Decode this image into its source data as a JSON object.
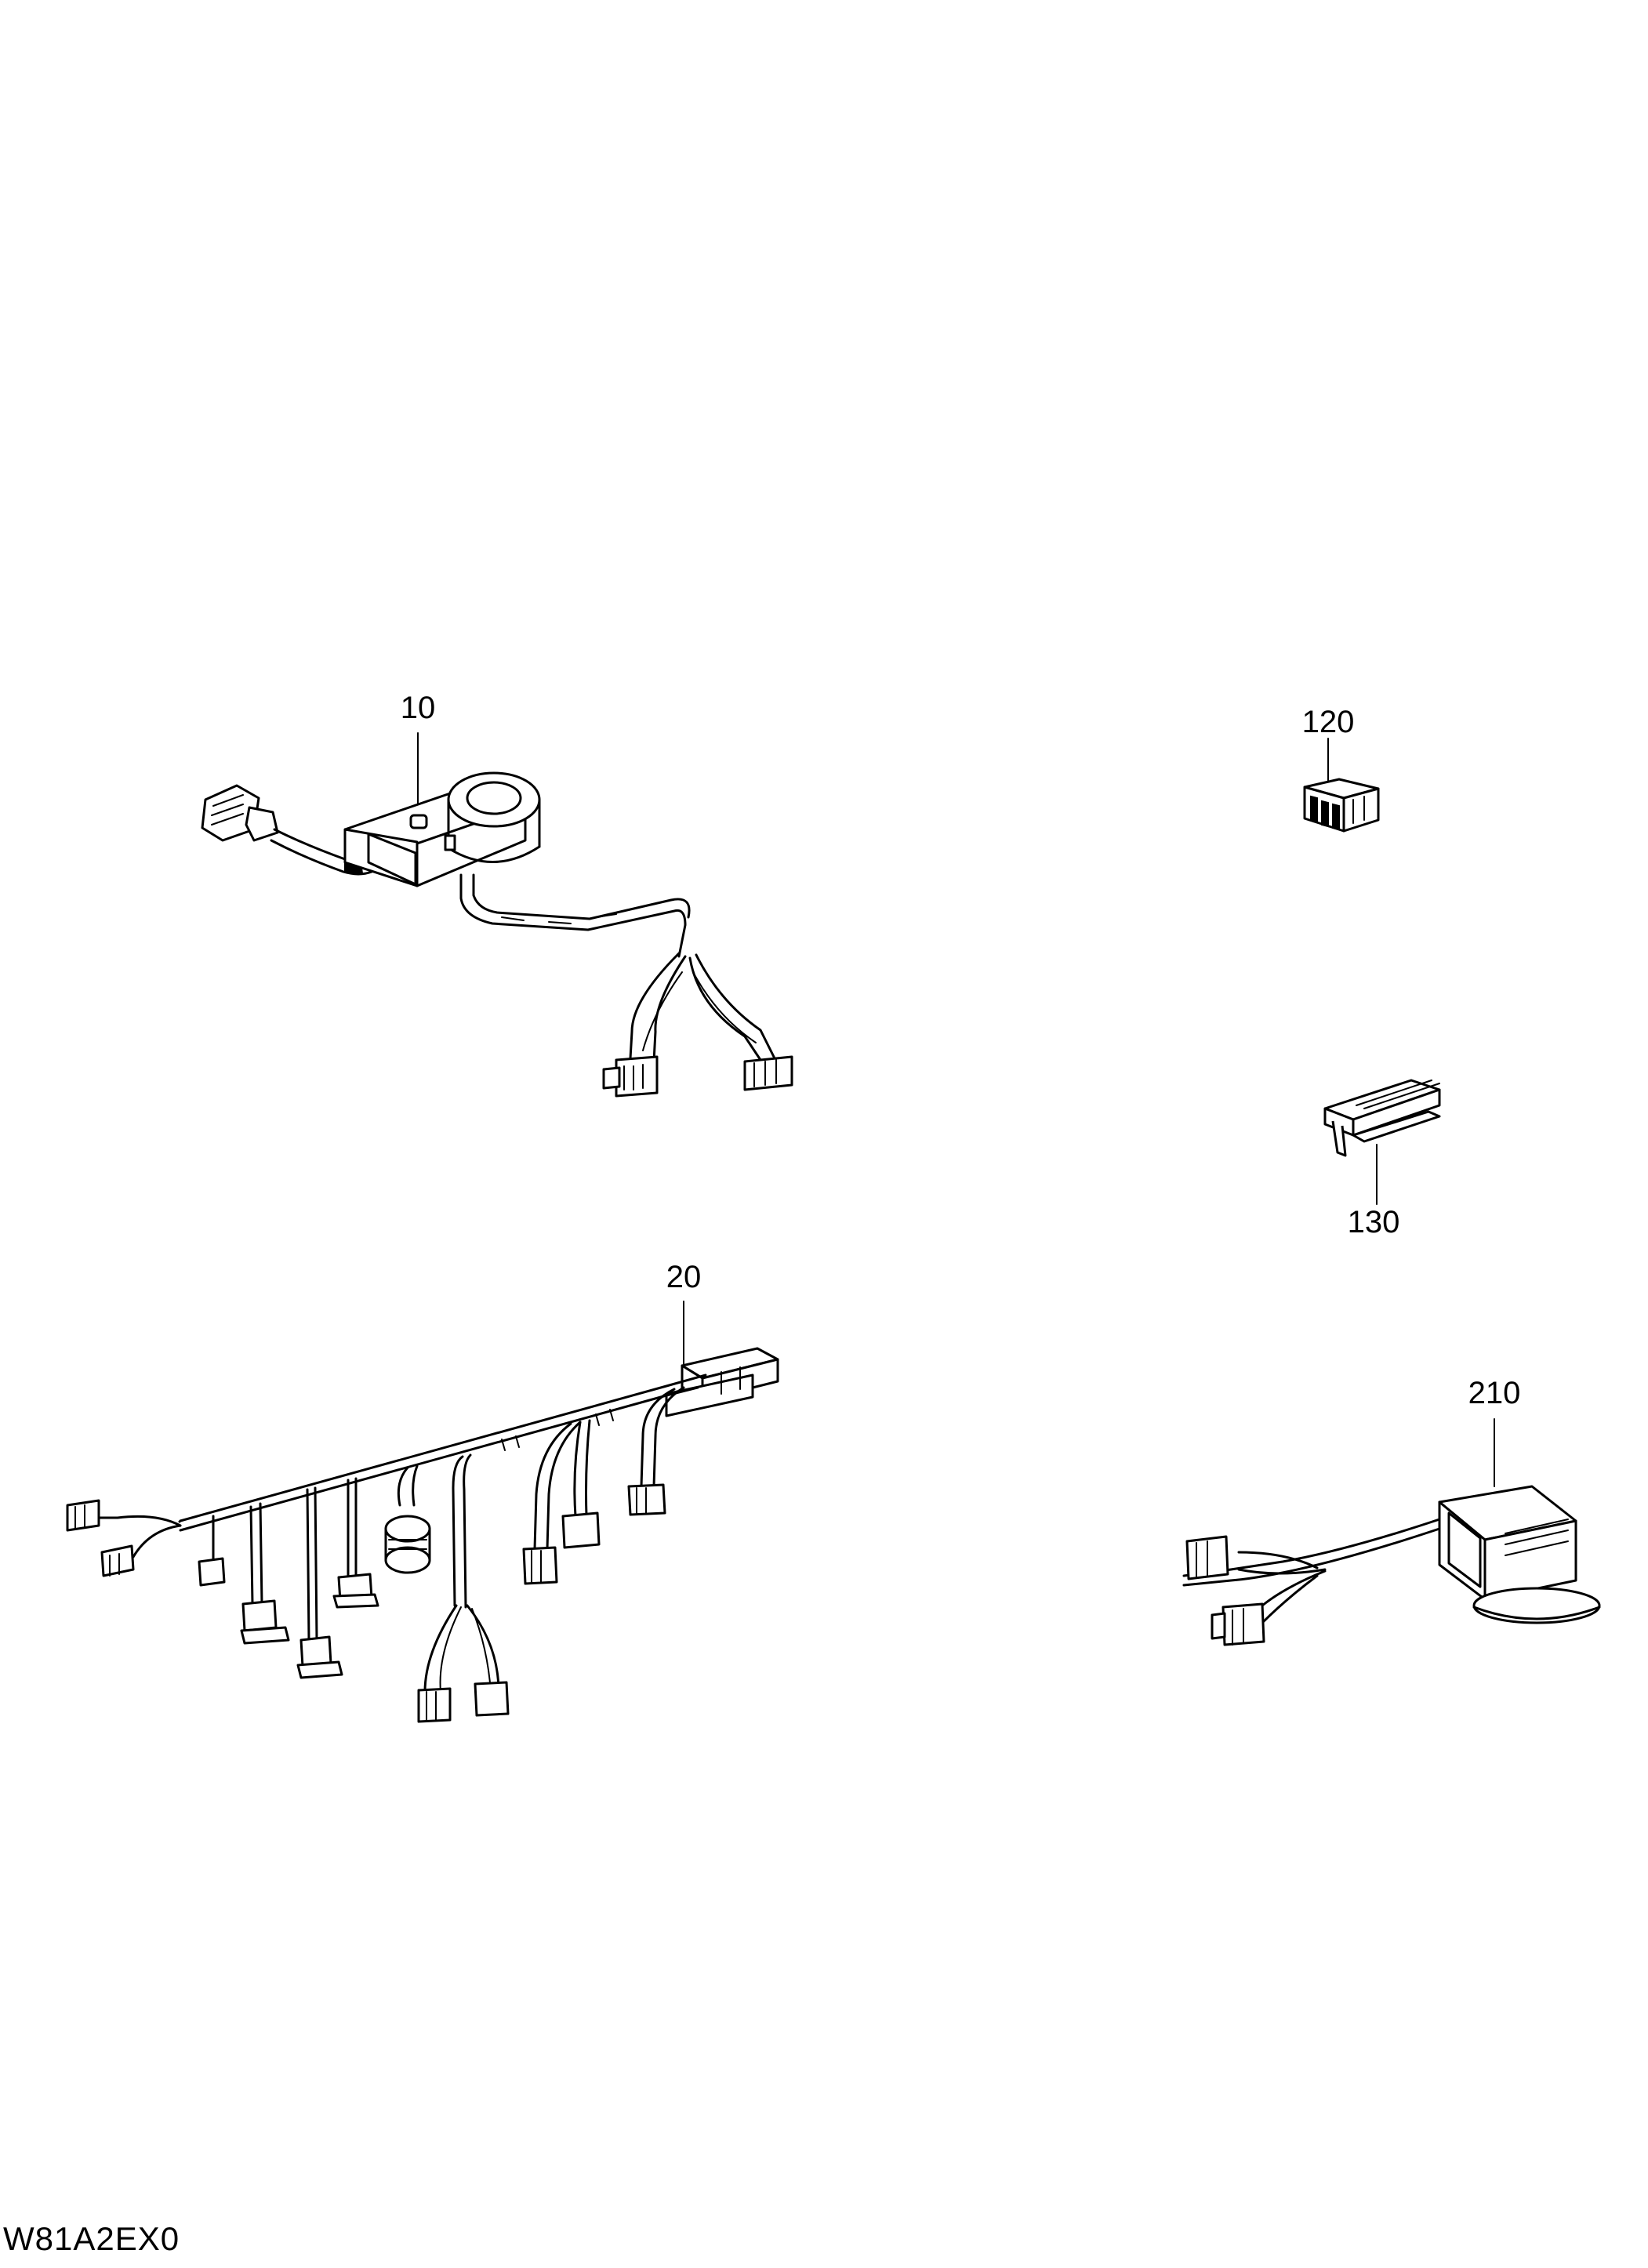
{
  "callouts": {
    "part_10": "10",
    "part_20": "20",
    "part_120": "120",
    "part_130": "130",
    "part_210": "210"
  },
  "drawing_code": "W81A2EX0",
  "colors": {
    "line": "#000000",
    "background": "#ffffff"
  }
}
